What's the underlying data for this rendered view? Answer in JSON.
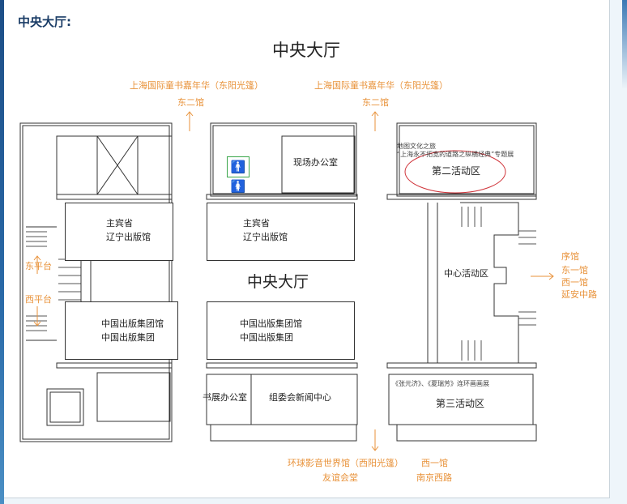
{
  "page": {
    "heading": "中央大厅:"
  },
  "plan": {
    "title": "中央大厅",
    "center_label": "中央大厅",
    "top_left_label": "上海国际童书嘉年华（东阳光篷）",
    "top_left_hall": "东二馆",
    "top_right_label": "上海国际童书嘉年华（东阳光篷）",
    "top_right_hall": "东二馆",
    "rooms": {
      "guest_left_1": "主宾省",
      "guest_left_2": "辽宁出版馆",
      "guest_mid_1": "主宾省",
      "guest_mid_2": "辽宁出版馆",
      "cpg_left_1": "中国出版集团馆",
      "cpg_left_2": "中国出版集团",
      "cpg_mid_1": "中国出版集团馆",
      "cpg_mid_2": "中国出版集团",
      "site_office": "现场办公室",
      "fair_office": "书展办公室",
      "press_center": "组委会新闻中心",
      "area2": "第二活动区",
      "area2_note_1": "地图文化之旅",
      "area2_note_2": "“上海永不拓宽的道路之纵横经典”专题展",
      "center_area": "中心活动区",
      "area3": "第三活动区",
      "area3_note": "《张元济》、《夏瑞芳》连环画画展"
    },
    "east_platform": "东平台",
    "west_platform": "西平台",
    "right_labels": [
      "序馆",
      "东一馆",
      "西一馆",
      "延安中路"
    ],
    "bottom_left_1": "环球影音世界馆（西阳光篷）",
    "bottom_left_2": "友谊会堂",
    "bottom_right_1": "西一馆",
    "bottom_right_2": "南京西路",
    "colors": {
      "annotation": "#e8923a",
      "highlight_ellipse": "#d0343a",
      "heading": "#1a3c66"
    }
  }
}
